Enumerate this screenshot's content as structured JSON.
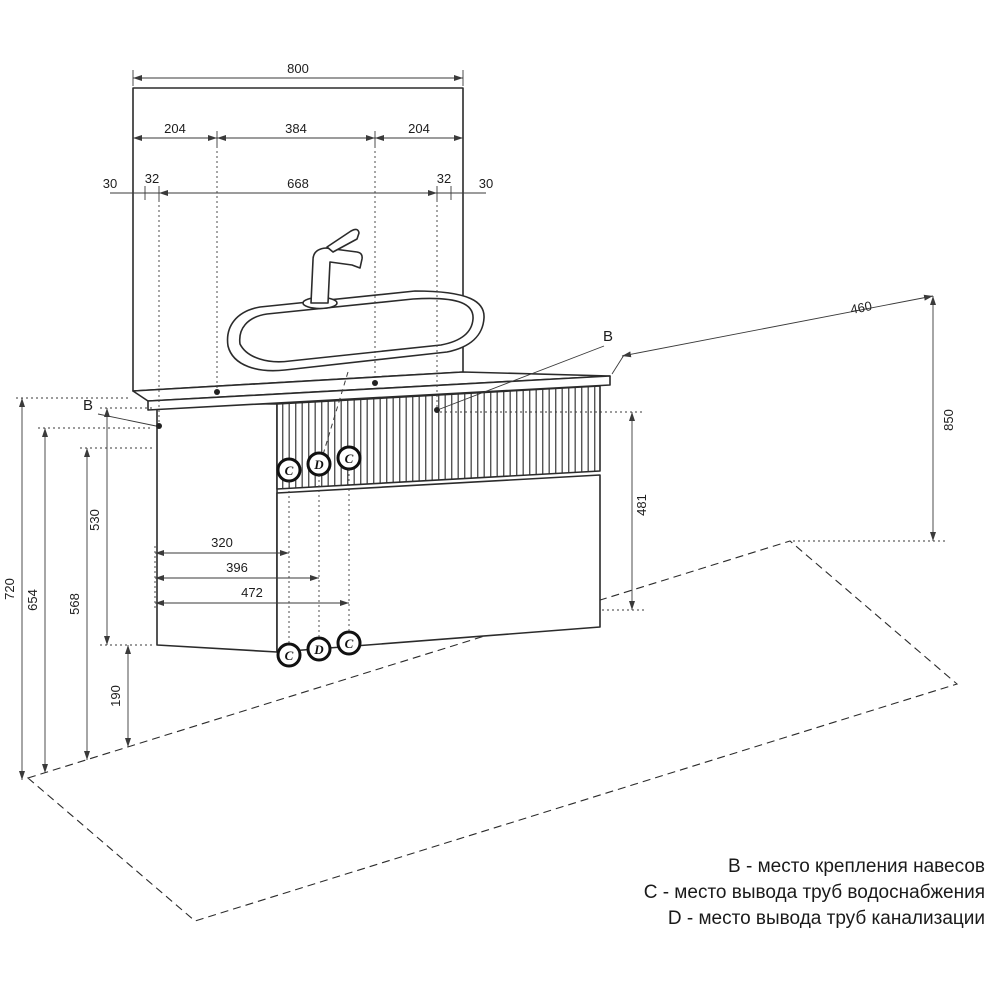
{
  "drawing_title": "vanity-installation-diagram",
  "dims": {
    "total_width": "800",
    "offset_left": "204",
    "sink_width": "384",
    "offset_right": "204",
    "edge_left": "30",
    "hanger_offset_left": "32",
    "hanger_span": "668",
    "hanger_offset_right": "32",
    "edge_right": "30",
    "depth": "460",
    "height_total": "850",
    "door_height": "481",
    "pipe_c1": "320",
    "pipe_d": "396",
    "pipe_c2": "472",
    "cabinet_height": "530",
    "pipes_height": "568",
    "hanger_height": "654",
    "top_height": "720",
    "floor_gap": "190"
  },
  "markers": {
    "hanger": "B",
    "water": "C",
    "drain": "D"
  },
  "legend": {
    "line_b": "B - место крепления навесов",
    "line_c": "C - место вывода труб водоснабжения",
    "line_d": "D - место вывода труб канализации"
  },
  "colors": {
    "line": "#2b2b2b",
    "dim_line": "#3a3a3a",
    "background": "#ffffff"
  }
}
